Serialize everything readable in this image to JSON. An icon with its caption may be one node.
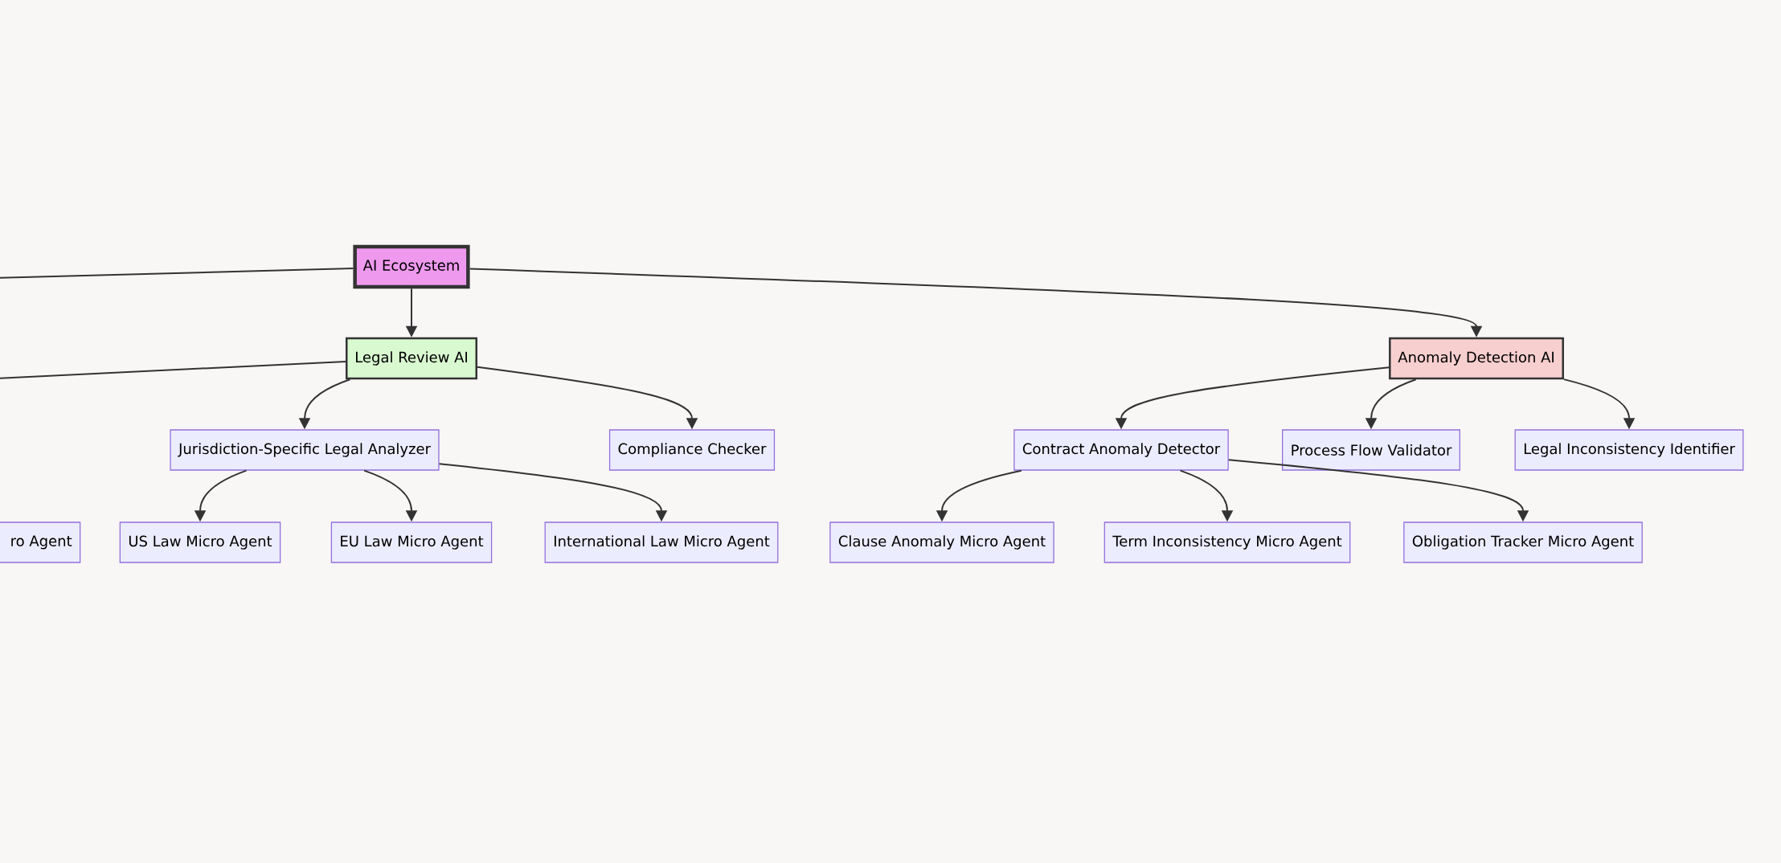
{
  "diagram": {
    "nodes": [
      {
        "text": [
          "AI Ecosystem"
        ]
      },
      {
        "text": [
          "Legal Review AI"
        ]
      },
      {
        "text": [
          "Anomaly Detection AI"
        ]
      },
      {
        "text": [
          "Jurisdiction-Specific Legal Analyzer"
        ]
      },
      {
        "text": [
          "Compliance Checker"
        ]
      },
      {
        "text": [
          "Contract Anomaly Detector"
        ]
      },
      {
        "text": [
          "Process Flow Validator"
        ]
      },
      {
        "text": [
          "Legal Inconsistency Identifier"
        ]
      },
      {
        "text": [
          "ro Agent"
        ]
      },
      {
        "text": [
          "US Law Micro Agent"
        ]
      },
      {
        "text": [
          "EU Law Micro Agent"
        ]
      },
      {
        "text": [
          "International Law Micro Agent"
        ]
      },
      {
        "text": [
          "Clause Anomaly Micro Agent"
        ]
      },
      {
        "text": [
          "Term Inconsistency Micro Agent"
        ]
      },
      {
        "text": [
          "Obligation Tracker Micro Agent"
        ]
      }
    ],
    "edges": [
      {
        "from": 0,
        "to": null,
        "arrow": "none"
      },
      {
        "from": 0,
        "to": 1,
        "arrow": "to"
      },
      {
        "from": 0,
        "to": 2,
        "arrow": "to"
      },
      {
        "from": 1,
        "to": null,
        "arrow": "none"
      },
      {
        "from": 1,
        "to": 3,
        "arrow": "to"
      },
      {
        "from": 1,
        "to": 4,
        "arrow": "to"
      },
      {
        "from": 2,
        "to": 5,
        "arrow": "to"
      },
      {
        "from": 2,
        "to": 6,
        "arrow": "to"
      },
      {
        "from": 2,
        "to": 7,
        "arrow": "to"
      },
      {
        "from": 3,
        "to": 9,
        "arrow": "to"
      },
      {
        "from": 3,
        "to": 10,
        "arrow": "to"
      },
      {
        "from": 3,
        "to": 11,
        "arrow": "to"
      },
      {
        "from": 5,
        "to": 12,
        "arrow": "to"
      },
      {
        "from": 5,
        "to": 13,
        "arrow": "to"
      },
      {
        "from": 5,
        "to": 14,
        "arrow": "to"
      }
    ]
  }
}
